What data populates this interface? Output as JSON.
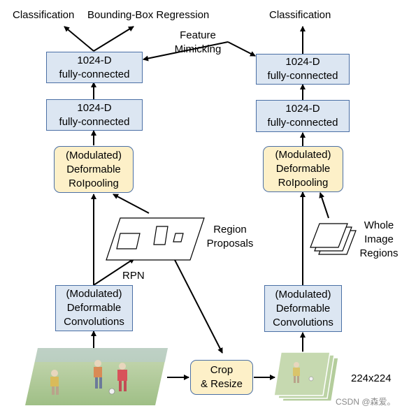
{
  "left_branch": {
    "outputs": {
      "classification": "Classification",
      "bbox_regression": "Bounding-Box Regression"
    },
    "fc2": {
      "line1": "1024-D",
      "line2": "fully-connected"
    },
    "fc1": {
      "line1": "1024-D",
      "line2": "fully-connected"
    },
    "roipool": {
      "line1": "(Modulated)",
      "line2": "Deformable",
      "line3": "RoIpooling"
    },
    "conv": {
      "line1": "(Modulated)",
      "line2": "Deformable",
      "line3": "Convolutions"
    },
    "rpn_label": "RPN",
    "region_proposals": {
      "line1": "Region",
      "line2": "Proposals"
    }
  },
  "feature_mimicking": {
    "line1": "Feature",
    "line2": "Mimicking"
  },
  "crop_resize": {
    "line1": "Crop",
    "line2": "& Resize"
  },
  "right_branch": {
    "output": "Classification",
    "fc2": {
      "line1": "1024-D",
      "line2": "fully-connected"
    },
    "fc1": {
      "line1": "1024-D",
      "line2": "fully-connected"
    },
    "roipool": {
      "line1": "(Modulated)",
      "line2": "Deformable",
      "line3": "RoIpooling"
    },
    "conv": {
      "line1": "(Modulated)",
      "line2": "Deformable",
      "line3": "Convolutions"
    },
    "whole_image": {
      "line1": "Whole",
      "line2": "Image",
      "line3": "Regions"
    },
    "size_label": "224x224"
  },
  "watermark": "CSDN @森爱。",
  "colors": {
    "fc_fill": "#dce6f2",
    "roipool_fill": "#fdf0c8",
    "border": "#4a6fa5",
    "arrow": "#000000"
  }
}
